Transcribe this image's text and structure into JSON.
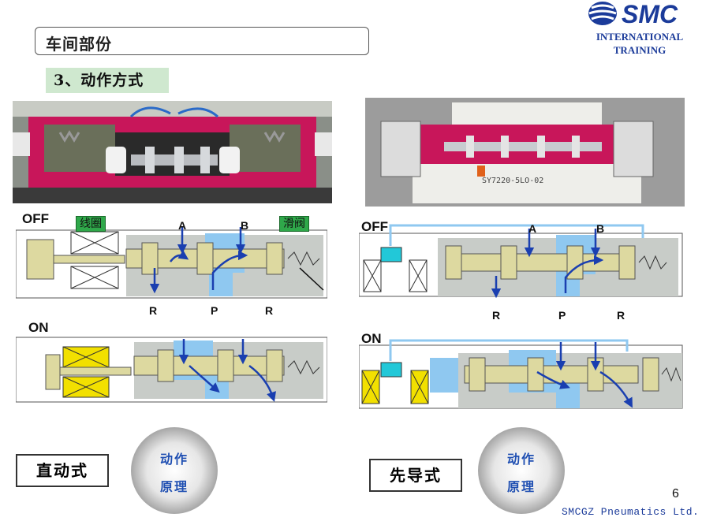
{
  "header": {
    "title": "车间部份"
  },
  "logo": {
    "brand": "SMC",
    "line1": "INTERNATIONAL",
    "line2": "TRAINING"
  },
  "section": {
    "title": "3、动作方式"
  },
  "left_diagram": {
    "off_label": "OFF",
    "on_label": "ON",
    "coil_tag": "线圈",
    "spool_tag": "滑阀",
    "ports_top": [
      "A",
      "B"
    ],
    "ports_bottom": [
      "R",
      "P",
      "R"
    ]
  },
  "right_diagram": {
    "off_label": "OFF",
    "on_label": "ON",
    "ports_top": [
      "A",
      "B"
    ],
    "ports_bottom": [
      "R",
      "P",
      "R"
    ]
  },
  "photo_right": {
    "model": "SY7220-5LO-02"
  },
  "direct": {
    "label": "直动式",
    "btn_line1": "动作",
    "btn_line2": "原理"
  },
  "pilot": {
    "label": "先导式",
    "btn_line1": "动作",
    "btn_line2": "原理"
  },
  "page_number": "6",
  "footer": "SMCGZ  Pneumatics  Ltd.",
  "colors": {
    "air_blue": "#8fc8f0",
    "arrow_blue": "#1a3fb0",
    "coil_yellow": "#f2e000",
    "pink": "#c8165a"
  }
}
